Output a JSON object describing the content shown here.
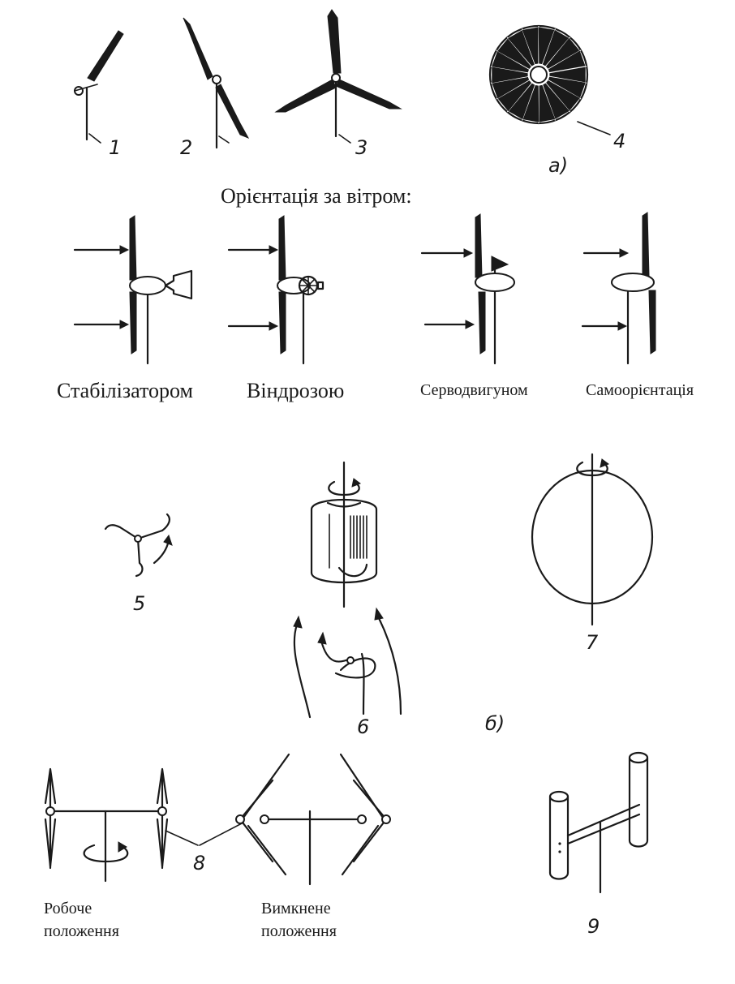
{
  "labels": {
    "n1": "1",
    "n2": "2",
    "n3": "3",
    "n4": "4",
    "part_a": "а)",
    "orientation_title": "Орієнтація за вітром:",
    "stabilizer": "Стабілізатором",
    "windrose": "Віндрозою",
    "servomotor": "Серводвигуном",
    "self_orientation": "Самоорієнтація",
    "n5": "5",
    "n6": "6",
    "n7": "7",
    "part_b": "б)",
    "n8": "8",
    "n9": "9",
    "working_line1": "Робоче",
    "working_line2": "положення",
    "off_line1": "Вимкнене",
    "off_line2": "положення"
  },
  "colors": {
    "ink": "#1a1a1a",
    "background": "#ffffff"
  }
}
